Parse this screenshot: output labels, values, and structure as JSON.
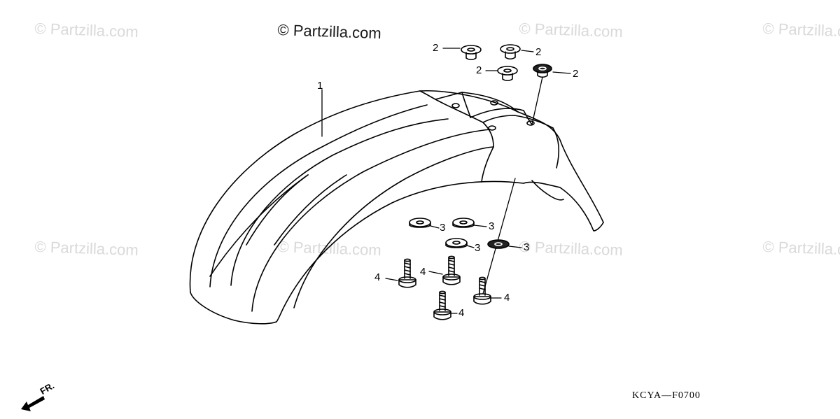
{
  "watermarks": {
    "main": "© Partzilla.com",
    "faint": "© Partzilla.com"
  },
  "callouts": {
    "fender": "1",
    "cushion": "2",
    "washer": "3",
    "bolt": "4"
  },
  "direction_label": "FR.",
  "diagram_code": "KCYA—F0700",
  "colors": {
    "line": "#000000",
    "watermark": "#d9d9d9",
    "background": "#ffffff"
  }
}
